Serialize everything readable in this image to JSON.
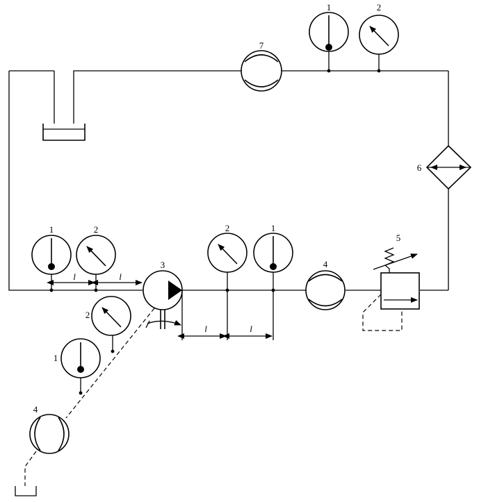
{
  "labels": {
    "t1": "1",
    "t2": "2",
    "t7": "7",
    "t6": "6",
    "t5": "5",
    "m1_left": "1",
    "m2_left": "2",
    "m2_mid": "2",
    "m1_mid": "1",
    "pump": "3",
    "flow_main": "4",
    "s2": "2",
    "s1": "1",
    "flow_suction": "4"
  },
  "dims": {
    "l1": "l",
    "l2": "l",
    "l3": "l",
    "l4": "l"
  }
}
